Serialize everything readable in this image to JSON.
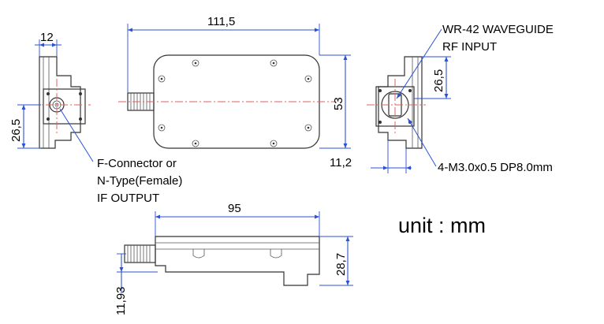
{
  "dimensions": {
    "side_width": "12",
    "side_height": "26,5",
    "top_length": "111,5",
    "top_height": "53",
    "right_height": "26,5",
    "right_offset": "11,2",
    "bottom_length": "95",
    "bottom_height": "28,7",
    "bottom_connector_height": "11,93"
  },
  "notes": {
    "if_line1": "F-Connector or",
    "if_line2": "N-Type(Female)",
    "if_line3": "IF OUTPUT",
    "rf_line1": "WR-42 WAVEGUIDE",
    "rf_line2": "RF INPUT",
    "thread": "4-M3.0x0.5 DP8.0mm",
    "unit": "unit : mm"
  },
  "colors": {
    "dimension": "#2a52d6",
    "centerline": "#e06060",
    "outline": "#333333"
  }
}
